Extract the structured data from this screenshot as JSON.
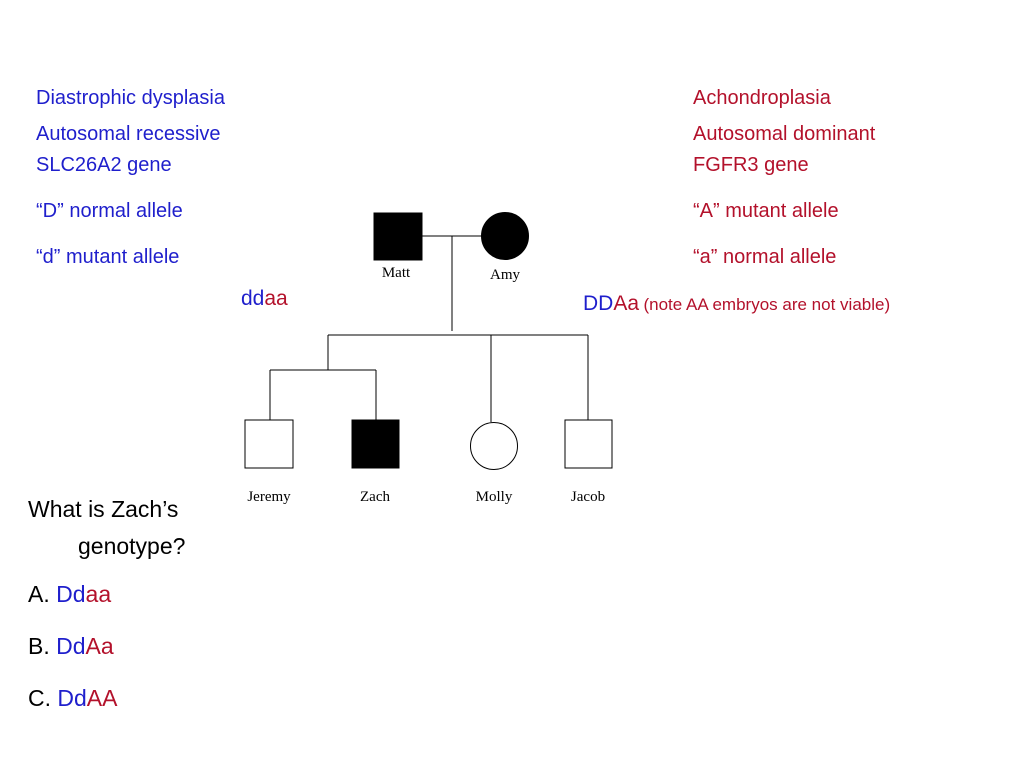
{
  "left_info": {
    "disease": "Diastrophic dysplasia",
    "inheritance": "Autosomal recessive",
    "gene": "SLC26A2 gene",
    "allele_D": "“D” normal allele",
    "allele_d": "“d” mutant allele"
  },
  "right_info": {
    "disease": "Achondroplasia",
    "inheritance": "Autosomal dominant",
    "gene": "FGFR3 gene",
    "allele_A": "“A” mutant allele",
    "allele_a": "“a” normal allele"
  },
  "matt_genotype": {
    "part1": "dd",
    "part2": "aa"
  },
  "amy_genotype": {
    "part1": "DD",
    "part2": "Aa",
    "note": "(note AA embryos are not viable)"
  },
  "pedigree": {
    "parents": [
      {
        "name": "Matt",
        "sex": "male",
        "affected": true
      },
      {
        "name": "Amy",
        "sex": "female",
        "affected": true
      }
    ],
    "children": [
      {
        "name": "Jeremy",
        "sex": "male",
        "affected": false
      },
      {
        "name": "Zach",
        "sex": "male",
        "affected": true
      },
      {
        "name": "Molly",
        "sex": "female",
        "affected": false
      },
      {
        "name": "Jacob",
        "sex": "male",
        "affected": false
      }
    ]
  },
  "question": {
    "line1": "What is Zach’s",
    "line2": "genotype?"
  },
  "options": [
    {
      "letter": "A. ",
      "part1": "Dd",
      "part2": "aa"
    },
    {
      "letter": "B. ",
      "part1": "Dd",
      "part2": "Aa"
    },
    {
      "letter": "C. ",
      "part1": "Dd",
      "part2": "AA"
    }
  ],
  "colors": {
    "blue": "#1f1fcc",
    "red": "#b3112b"
  }
}
